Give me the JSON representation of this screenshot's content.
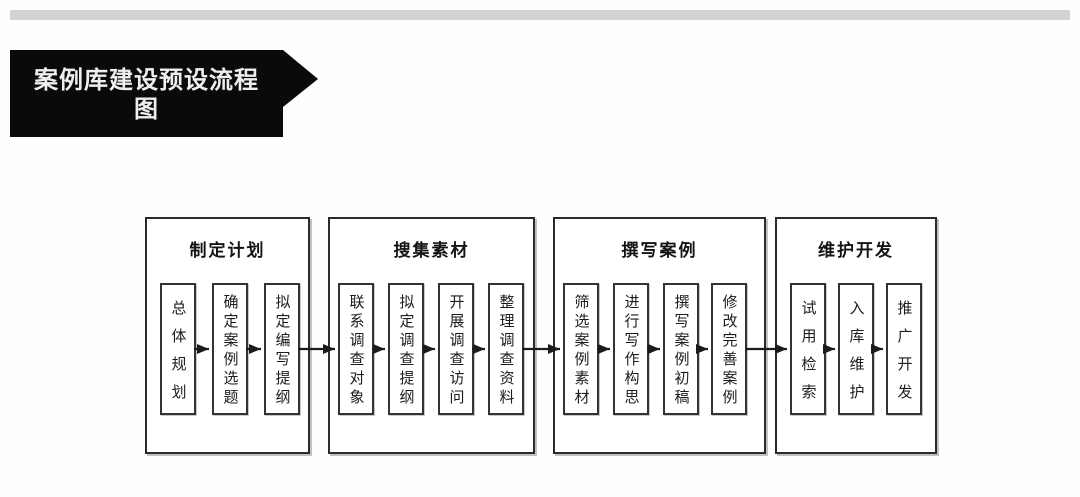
{
  "banner": {
    "title": "案例库建设预设流程图",
    "line1": "案例库建设预设流程",
    "line2": "图"
  },
  "flowchart": {
    "stages": [
      {
        "title": "制定计划",
        "steps": [
          "总体规划",
          "确定案例选题",
          "拟定编写提纲"
        ]
      },
      {
        "title": "搜集素材",
        "steps": [
          "联系调查对象",
          "拟定调查提纲",
          "开展调查访问",
          "整理调查资料"
        ]
      },
      {
        "title": "撰写案例",
        "steps": [
          "筛选案例素材",
          "进行写作构思",
          "撰写案例初稿",
          "修改完善案例"
        ]
      },
      {
        "title": "维护开发",
        "steps": [
          "试用检索",
          "入库维护",
          "推广开发"
        ]
      }
    ]
  },
  "colors": {
    "banner_bg": "#0a0a0a",
    "banner_text": "#efefef",
    "top_bar": "#d2d2d2",
    "box_border": "#2b2b2b",
    "arrow_line": "#1b1b1b",
    "background": "#fefefe"
  }
}
